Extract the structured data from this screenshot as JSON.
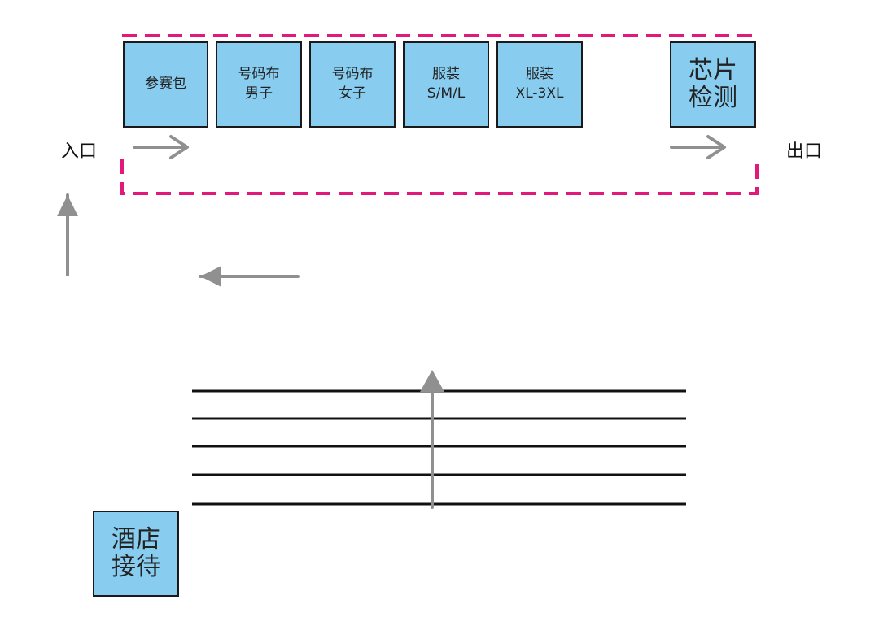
{
  "booths": [
    {
      "id": "race-pack",
      "label": "参赛包"
    },
    {
      "id": "bib-male",
      "label": "号码布\n男子"
    },
    {
      "id": "bib-female",
      "label": "号码布\n女子"
    },
    {
      "id": "apparel-sml",
      "label": "服装\nS/M/L"
    },
    {
      "id": "apparel-xl",
      "label": "服装\nXL-3XL"
    },
    {
      "id": "chip-check",
      "label": "芯片\n检测"
    }
  ],
  "hotel": {
    "label": "酒店\n接待"
  },
  "entrance_label": "入口",
  "exit_label": "出口",
  "colors": {
    "box_fill": "#88cdf0",
    "box_border": "#1a1a1a",
    "dashed_border": "#e0197a",
    "arrow": "#909090",
    "lines": "#111111"
  }
}
